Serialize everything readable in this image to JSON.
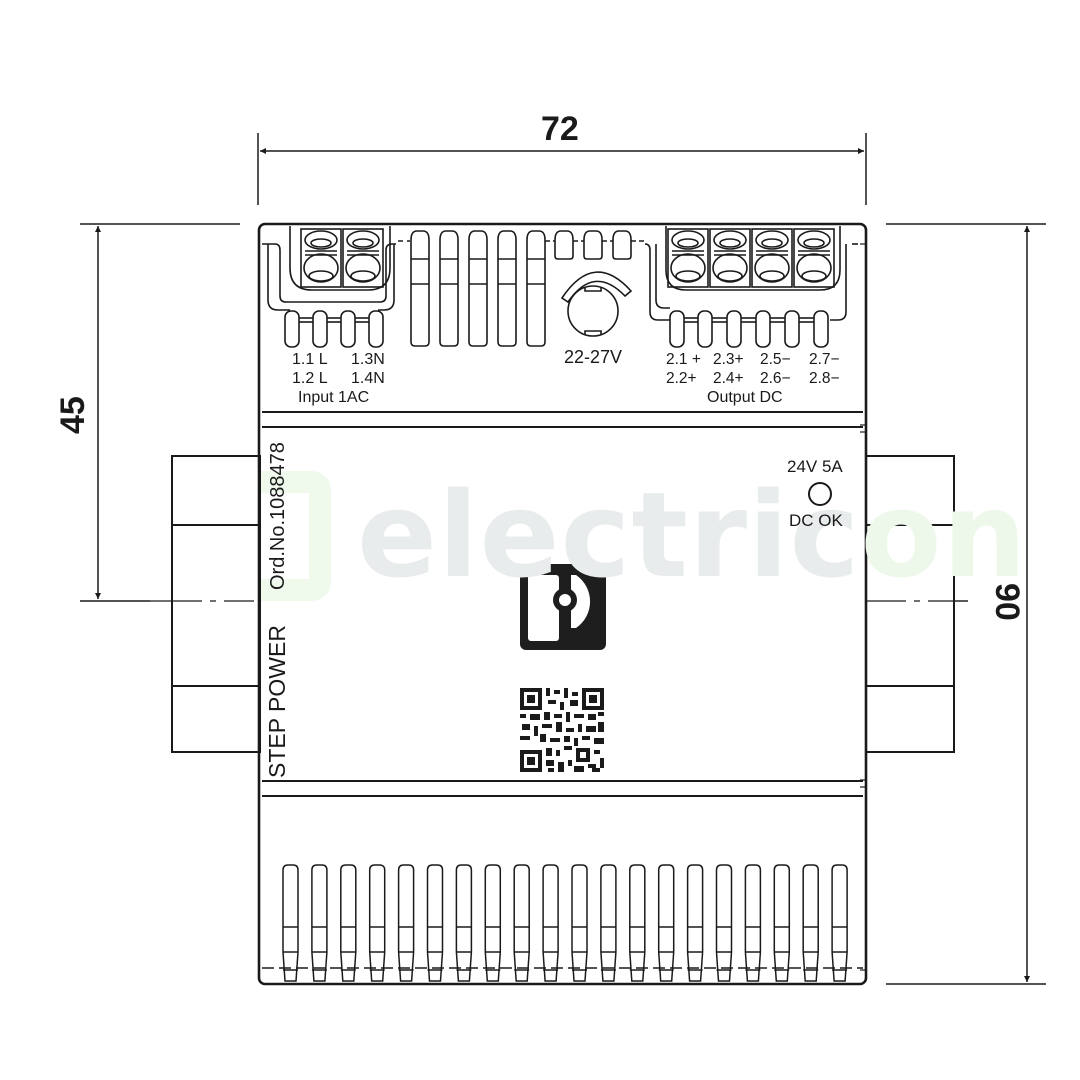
{
  "drawing": {
    "product_name": "STEP POWER",
    "order_number": "Ord.No.1088478",
    "brand_logo": "phoenix-contact-logo",
    "qr_code": "qr-code"
  },
  "dimensions": {
    "width": "72",
    "height_total": "90",
    "height_half": "45"
  },
  "input": {
    "title": "Input 1AC",
    "terminals_row1": "1.1 L",
    "terminals_row1b": "1.3N",
    "terminals_row2": "1.2 L",
    "terminals_row2b": "1.4N"
  },
  "adjust": {
    "label": "22-27V",
    "icon": "potentiometer-icon"
  },
  "output": {
    "title": "Output DC",
    "row1": [
      "2.1 +",
      "2.3+",
      "2.5−",
      "2.7−"
    ],
    "row2": [
      "2.2+",
      "2.4+",
      "2.6−",
      "2.8−"
    ]
  },
  "status": {
    "rating": "24V 5A",
    "led_label": "DC OK",
    "led_icon": "status-led-icon"
  },
  "watermark": {
    "text_main": "electric",
    "text_accent": "on"
  },
  "colors": {
    "line": "#1a1a1a",
    "watermark_gray": "#e9ecec",
    "watermark_green": "#eef8ea"
  }
}
